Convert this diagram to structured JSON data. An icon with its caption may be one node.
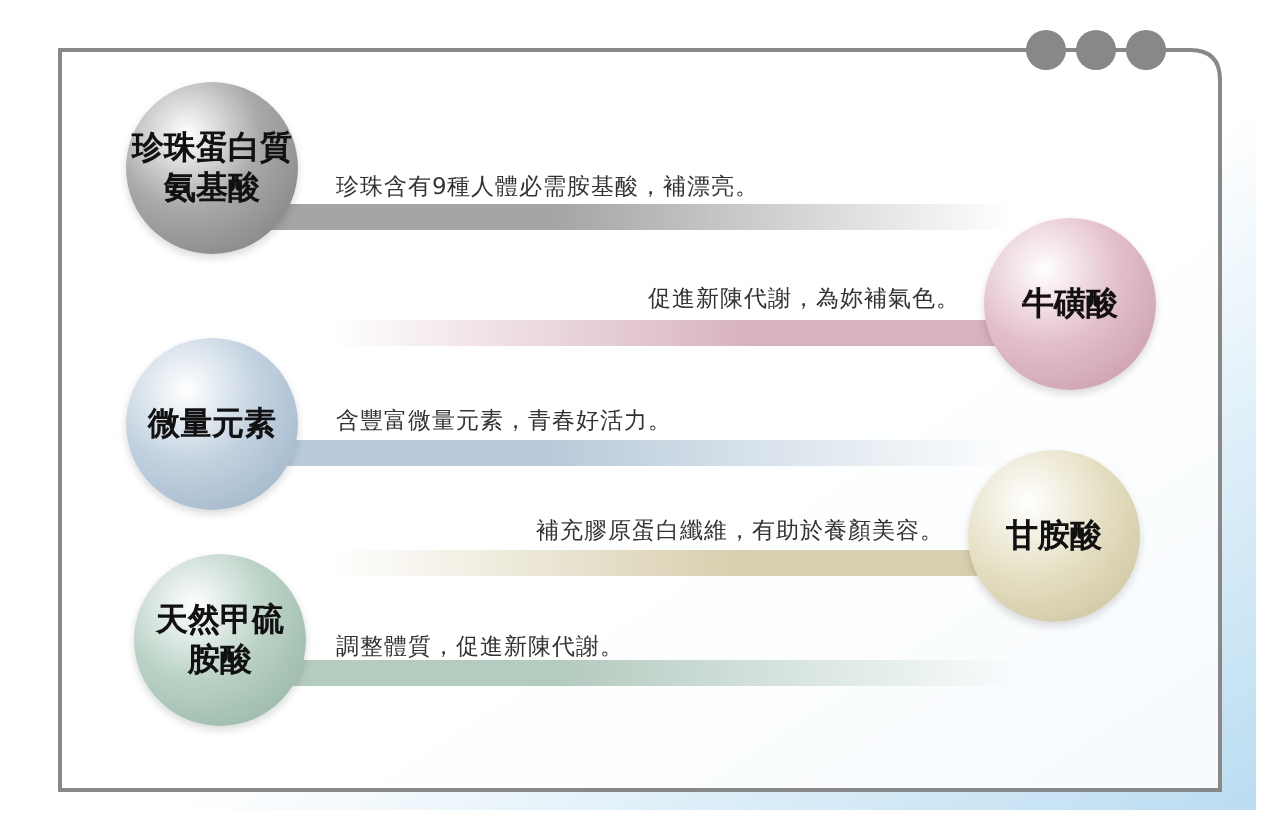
{
  "diagram": {
    "nodes": [
      {
        "text": [
          "珍珠蛋白質氨基酸"
        ],
        "beside": [
          "珍珠含有9種人體必需胺基酸，補漂亮。"
        ]
      },
      {
        "text": [
          "牛磺酸"
        ],
        "beside": [
          "促進新陳代謝，為妳補氣色。"
        ]
      },
      {
        "text": [
          "微量元素"
        ],
        "beside": [
          "含豐富微量元素，青春好活力。"
        ]
      },
      {
        "text": [
          "甘胺酸"
        ],
        "beside": [
          "補充膠原蛋白纖維，有助於養顏美容。"
        ]
      },
      {
        "text": [
          "天然甲硫胺酸"
        ],
        "beside": [
          "調整體質，促進新陳代謝。"
        ]
      }
    ]
  }
}
